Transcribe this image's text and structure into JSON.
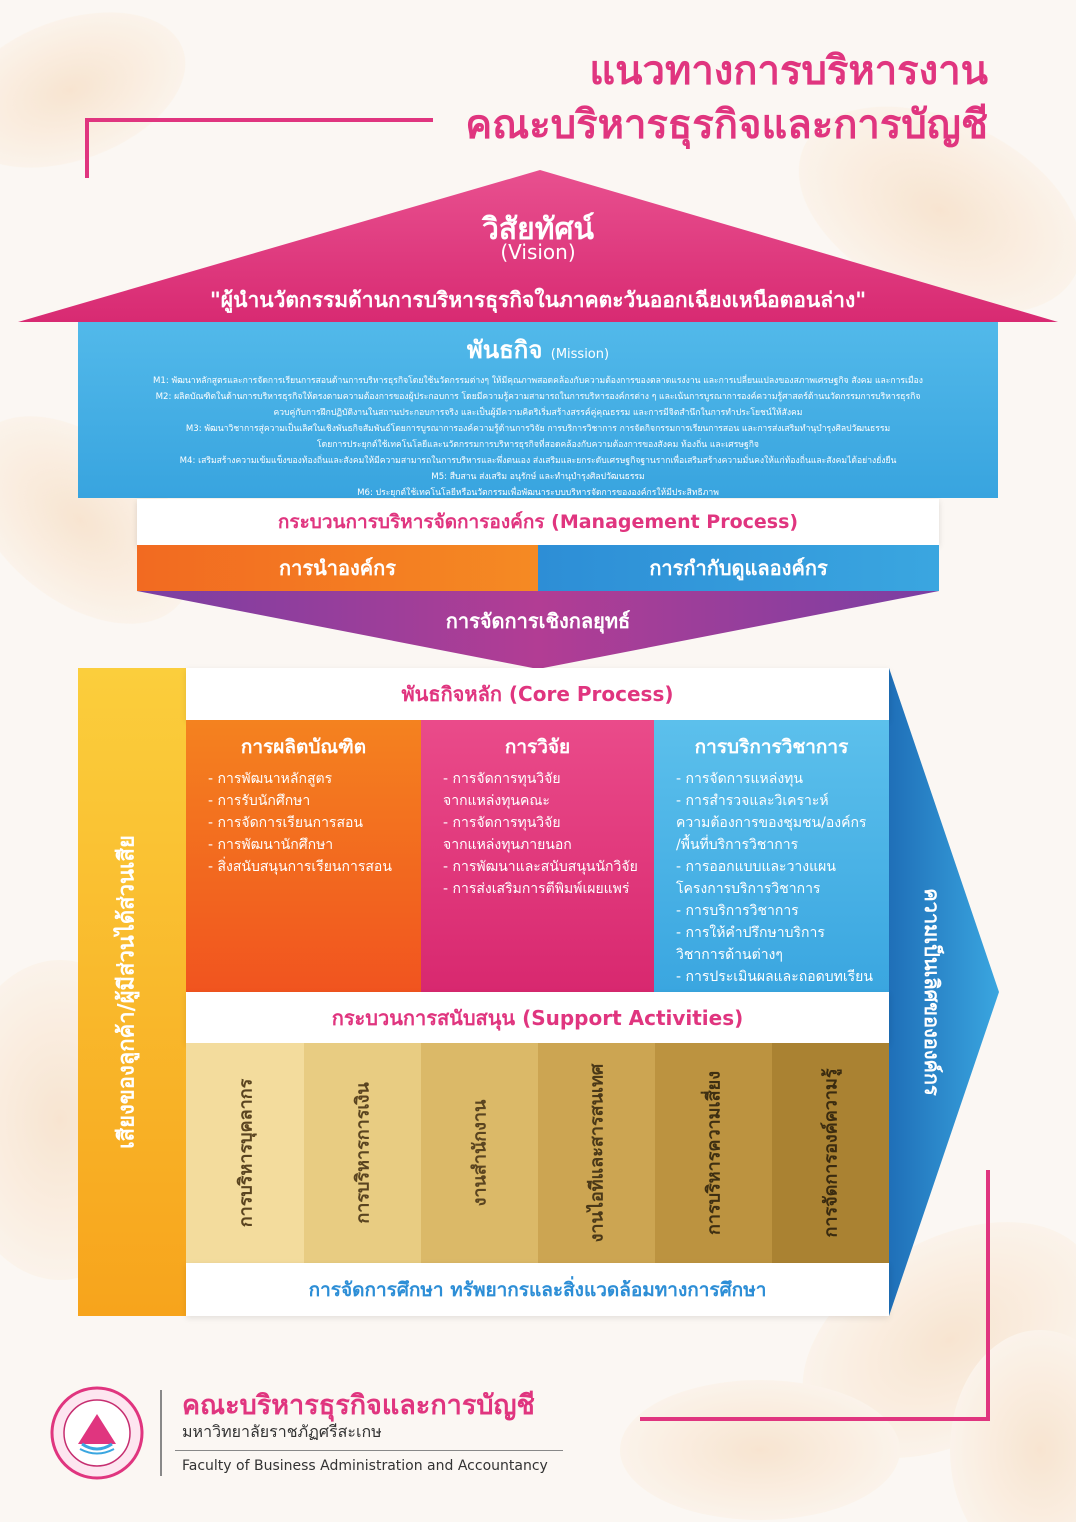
{
  "header": {
    "title_line1": "แนวทางการบริหารงาน",
    "title_line2": "คณะบริหารธุรกิจและการบัญชี"
  },
  "vision": {
    "title": "วิสัยทัศน์",
    "subtitle": "(Vision)",
    "statement": "\"ผู้นำนวัตกรรมด้านการบริหารธุรกิจในภาคตะวันออกเฉียงเหนือตอนล่าง\""
  },
  "mission": {
    "title": "พันธกิจ",
    "subtitle": "(Mission)",
    "lines": [
      "M1: พัฒนาหลักสูตรและการจัดการเรียนการสอนด้านการบริหารธุรกิจโดยใช้นวัตกรรมต่างๆ ให้มีคุณภาพสอดคล้องกับความต้องการของตลาดแรงงาน และการเปลี่ยนแปลงของสภาพเศรษฐกิจ สังคม และการเมือง",
      "M2: ผลิตบัณฑิตในด้านการบริหารธุรกิจให้ตรงตามความต้องการของผู้ประกอบการ โดยมีความรู้ความสามารถในการบริหารองค์กรต่าง ๆ และเน้นการบูรณาการองค์ความรู้ศาสตร์ด้านนวัตกรรมการบริหารธุรกิจ",
      "ควบคู่กับการฝึกปฏิบัติงานในสถานประกอบการจริง และเป็นผู้มีความคิดริเริ่มสร้างสรรค์คู่คุณธรรม และการมีจิตสำนึกในการทำประโยชน์ให้สังคม",
      "M3: พัฒนาวิชาการสู่ความเป็นเลิศในเชิงพันธกิจสัมพันธ์โดยการบูรณาการองค์ความรู้ด้านการวิจัย การบริการวิชาการ การจัดกิจกรรมการเรียนการสอน และการส่งเสริมทำนุบำรุงศิลปวัฒนธรรม",
      "โดยการประยุกต์ใช้เทคโนโลยีและนวัตกรรมการบริหารธุรกิจที่สอดคล้องกับความต้องการของสังคม ท้องถิ่น และเศรษฐกิจ",
      "M4: เสริมสร้างความเข้มแข็งของท้องถิ่นและสังคมให้มีความสามารถในการบริหารและพึ่งตนเอง ส่งเสริมและยกระดับเศรษฐกิจฐานรากเพื่อเสริมสร้างความมั่นคงให้แก่ท้องถิ่นและสังคมได้อย่างยั่งยืน",
      "M5: สืบสาน ส่งเสริม อนุรักษ์ และทำนุบำรุงศิลปวัฒนธรรม",
      "M6: ประยุกต์ใช้เทคโนโลยีหรือนวัตกรรมเพื่อพัฒนาระบบบริหารจัดการขององค์กรให้มีประสิทธิภาพ"
    ]
  },
  "management": {
    "title": "กระบวนการบริหารจัดการองค์กร (Management Process)",
    "left": "การนำองค์กร",
    "right": "การกำกับดูแลองค์กร",
    "strategy": "การจัดการเชิงกลยุทธ์"
  },
  "stakeholder_voice": "เสียงของลูกค้า/ผู้มีส่วนได้ส่วนเสีย",
  "excellence": "ความเป็นเลิศขององค์กร",
  "core": {
    "title": "พันธกิจหลัก (Core Process)",
    "columns": [
      {
        "title": "การผลิตบัณฑิต",
        "items": [
          "- การพัฒนาหลักสูตร",
          "- การรับนักศึกษา",
          "- การจัดการเรียนการสอน",
          "- การพัฒนานักศึกษา",
          "- สิ่งสนับสนุนการเรียนการสอน"
        ]
      },
      {
        "title": "การวิจัย",
        "items": [
          "- การจัดการทุนวิจัย",
          "จากแหล่งทุนคณะ",
          "- การจัดการทุนวิจัย",
          "จากแหล่งทุนภายนอก",
          "- การพัฒนาและสนับสนุนนักวิจัย",
          "- การส่งเสริมการตีพิมพ์เผยแพร่"
        ]
      },
      {
        "title": "การบริการวิชาการ",
        "items": [
          "- การจัดการแหล่งทุน",
          "- การสำรวจและวิเคราะห์",
          "ความต้องการของชุมชน/องค์กร",
          "/พื้นที่บริการวิชาการ",
          "- การออกแบบและวางแผน",
          "โครงการบริการวิชาการ",
          "- การบริการวิชาการ",
          "- การให้คำปรึกษาบริการ",
          "วิชาการด้านต่างๆ",
          "- การประเมินผลและถอดบทเรียน"
        ]
      }
    ]
  },
  "support": {
    "title": "กระบวนการสนับสนุน (Support Activities)",
    "items": [
      "การบริหารบุคลากร",
      "การบริหารการเงิน",
      "งานสำนักงาน",
      "งานไอทีและสารสนเทศ",
      "การบริหารความเสี่ยง",
      "การจัดการองค์ความรู้"
    ],
    "foundation": "การจัดการศึกษา ทรัพยากรและสิ่งแวดล้อมทางการศึกษา"
  },
  "footer": {
    "faculty_th": "คณะบริหารธุรกิจและการบัญชี",
    "university_th": "มหาวิทยาลัยราชภัฏศรีสะเกษ",
    "faculty_en": "Faculty of Business Administration and Accountancy"
  },
  "colors": {
    "pink": "#e0357f",
    "blue": "#3aa6e0",
    "orange": "#f26a21",
    "purple": "#8e3a9e",
    "yellow": "#f8b21e",
    "gold_light": "#f1dc9d",
    "gold_dark": "#a8822e"
  }
}
